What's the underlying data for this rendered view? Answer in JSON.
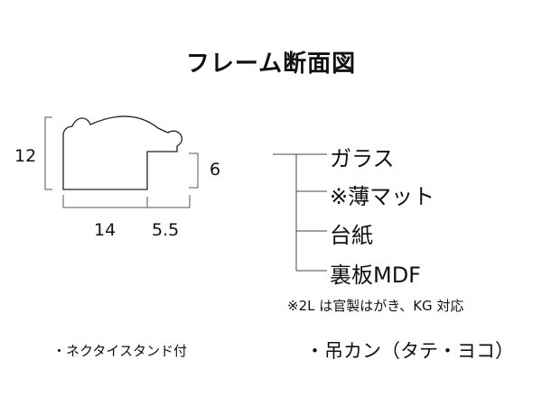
{
  "title": "フレーム断面図",
  "dimensions": {
    "height_label": "12",
    "step_label": "6",
    "width_label": "14",
    "rabbet_label": "5.5"
  },
  "layers": [
    "ガラス",
    "※薄マット",
    "台紙",
    "裏板MDF"
  ],
  "note": "※2L は官製はがき、KG 対応",
  "footer": {
    "stand": "・ネクタイスタンド付",
    "hanger": "・吊カン（タテ・ヨコ）"
  }
}
